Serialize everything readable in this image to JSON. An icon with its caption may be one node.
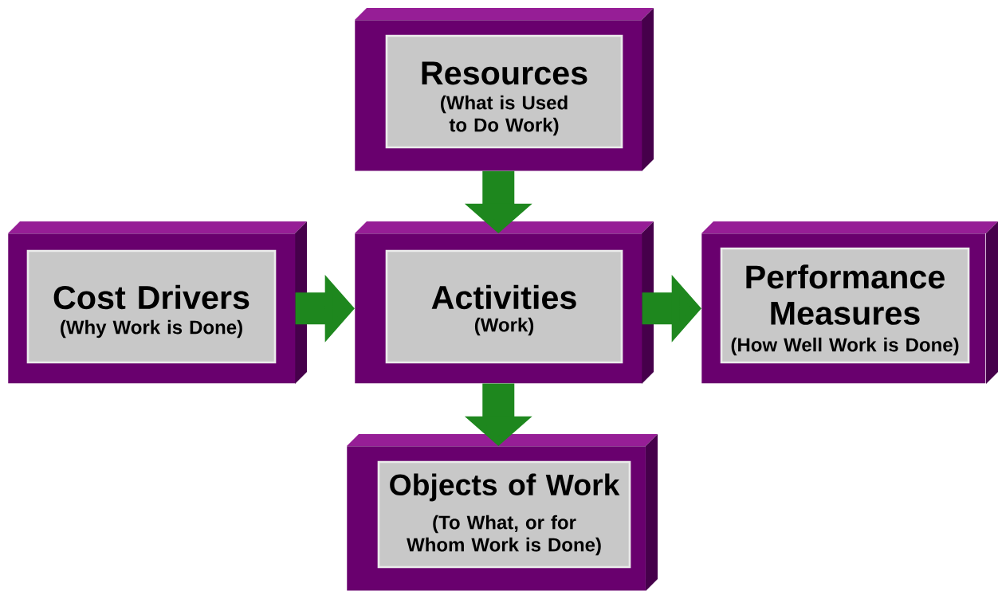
{
  "diagram": {
    "nodes": [
      {
        "text": [
          "Resources",
          "(What is Used to Do Work)"
        ]
      },
      {
        "text": [
          "Cost Drivers",
          "(Why Work is Done)"
        ]
      },
      {
        "text": [
          "Activities",
          "(Work)"
        ]
      },
      {
        "text": [
          "Performance Measures",
          "(How Well Work is Done)"
        ]
      },
      {
        "text": [
          "Objects of Work",
          "(To What, or for Whom Work is Done)"
        ]
      }
    ],
    "edges": [
      {
        "from": 0,
        "to": 2,
        "arrow": "to"
      },
      {
        "from": 1,
        "to": 2,
        "arrow": "to"
      },
      {
        "from": 2,
        "to": 3,
        "arrow": "to"
      },
      {
        "from": 2,
        "to": 4,
        "arrow": "to"
      }
    ]
  }
}
